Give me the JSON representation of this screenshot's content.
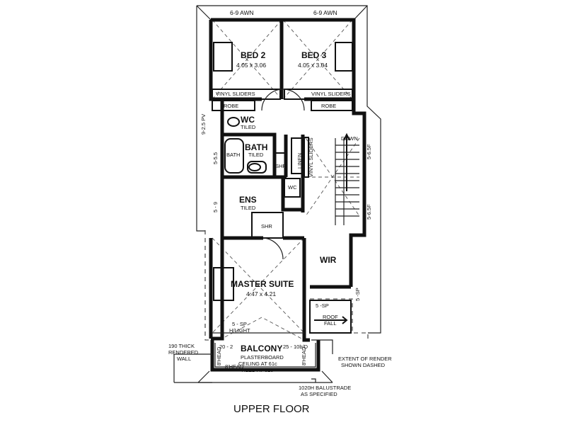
{
  "rooms": {
    "bed2": {
      "name": "BED 2",
      "size": "4.05 x 3.06"
    },
    "bed3": {
      "name": "BED 3",
      "size": "4.05 x 3.04"
    },
    "wc": {
      "name": "WC",
      "finish": "TILED"
    },
    "bath": {
      "name": "BATH",
      "finish": "TILED"
    },
    "ens": {
      "name": "ENS",
      "finish": "TILED"
    },
    "wir": {
      "name": "WIR"
    },
    "master": {
      "name": "MASTER SUITE",
      "size": "4.47 x 4.21"
    },
    "balcony": {
      "name": "BALCONY",
      "note1": "PLASTERBOARD",
      "note2": "CEILING AT 61c",
      "note3": "TILED AT 32c"
    }
  },
  "labels": {
    "awn_left": "6-9 AWN",
    "awn_right": "6-9 AWN",
    "vinyl_sliders_left": "VINYL SLIDERS",
    "vinyl_sliders_right": "VINYL SLIDERS",
    "robe_left": "ROBE",
    "robe_right": "ROBE",
    "bath_fixture": "BATH",
    "shr_bath": "SHR",
    "linen": "LINEN",
    "vinyl_sliders_v": "VINYL SLIDERS",
    "down": "DOWN",
    "wc_small": "WC",
    "shr_ens": "SHR",
    "pv": "9-2.5 PV",
    "dim_55": "5-5.5",
    "dim_59": "5 - 9",
    "dim_65f_top": "5-6.5F",
    "dim_65f_bot": "5-6.5F",
    "dim_5sp_right": "5 -SP",
    "dim_5sp_roof": "5 -SP",
    "roof_fall": "ROOF",
    "roof_fall2": "FALL",
    "hlight1": "5 - SP",
    "hlight2": "H/LIGHT",
    "dim_202": "20 - 2",
    "dim_25": "25 - 10b/D",
    "head_left": "8'HEAD",
    "head_bottom": "8'HEAD",
    "head_right": "8'HEAD"
  },
  "annotations": {
    "wall_note1": "190 THICK",
    "wall_note2": "RENDERED",
    "wall_note3": "WALL",
    "render_note1": "EXTENT OF RENDER",
    "render_note2": "SHOWN DASHED",
    "balustrade1": "1020H BALUSTRADE",
    "balustrade2": "AS SPECIFIED"
  },
  "title": "UPPER FLOOR"
}
